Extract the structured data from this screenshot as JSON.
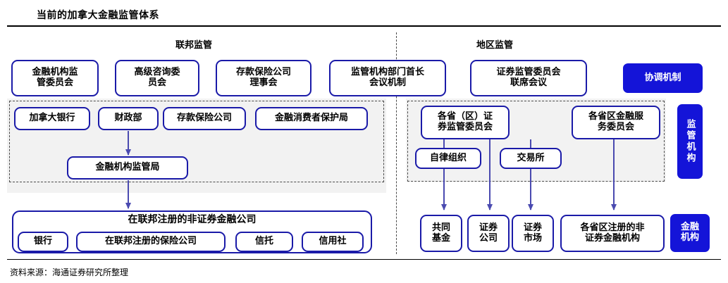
{
  "header": {
    "title": "当前的加拿大金融监管体系",
    "source": "资料来源：海通证券研究所整理"
  },
  "sections": {
    "federal_caption": "联邦监管",
    "regional_caption": "地区监管"
  },
  "side_labels": {
    "coordination": "协调机制",
    "regulators": "监管机构",
    "institutions": "金融\n机构"
  },
  "federal": {
    "top_row": [
      {
        "label": "金融机构监\n管委员会"
      },
      {
        "label": "高级咨询委\n员会"
      },
      {
        "label": "存款保险公司\n理事会"
      },
      {
        "label": "监管机构部门首长\n会议机制"
      }
    ],
    "agencies": [
      {
        "label": "加拿大银行"
      },
      {
        "label": "财政部"
      },
      {
        "label": "存款保险公司"
      },
      {
        "label": "金融消费者保护局"
      }
    ],
    "supervisor": {
      "label": "金融机构监管局"
    },
    "bottom_group": {
      "title": "在联邦注册的非证券金融公司",
      "members": [
        {
          "label": "银行"
        },
        {
          "label": "在联邦注册的保险公司"
        },
        {
          "label": "信托"
        },
        {
          "label": "信用社"
        }
      ]
    }
  },
  "regional": {
    "top_row": [
      {
        "label": "证券监管委员会\n联席会议"
      }
    ],
    "commissions": [
      {
        "label": "各省（区）证\n券监管委员会"
      },
      {
        "label": "各省区金融服\n务委员会"
      }
    ],
    "sub_bodies": [
      {
        "label": "自律组织"
      },
      {
        "label": "交易所"
      }
    ],
    "bottom_row": [
      {
        "label": "共同\n基金"
      },
      {
        "label": "证券\n公司"
      },
      {
        "label": "证券\n市场"
      },
      {
        "label": "各省区注册的非\n证券金融机构"
      }
    ]
  },
  "colors": {
    "node_border": "#1a1aa8",
    "accent_fill": "#1414d8",
    "arrow": "#4a4ab0",
    "panel_bg": "#f2f2f2",
    "dash": "#4a4a4a"
  }
}
